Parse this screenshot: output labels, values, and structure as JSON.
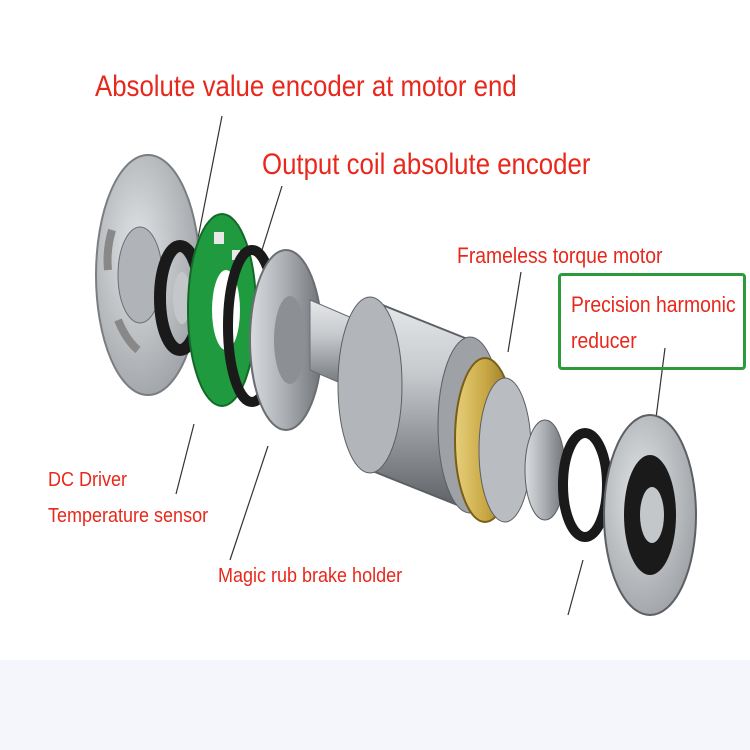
{
  "labels": {
    "motor_end_encoder": "Absolute value encoder at motor end",
    "output_coil_encoder": "Output coil absolute encoder",
    "frameless_motor": "Frameless torque motor",
    "harmonic_reducer_line1": "Precision harmonic",
    "harmonic_reducer_line2": "reducer",
    "dc_driver": "DC Driver",
    "temperature_sensor": "Temperature sensor",
    "brake_holder": "Magic rub brake holder"
  },
  "colors": {
    "label_red": "#e8281c",
    "highlight_green": "#2a9a3a",
    "pcb_green": "#1f9a3e",
    "brass": "#c9a845",
    "metal": "#b8bcc0"
  }
}
